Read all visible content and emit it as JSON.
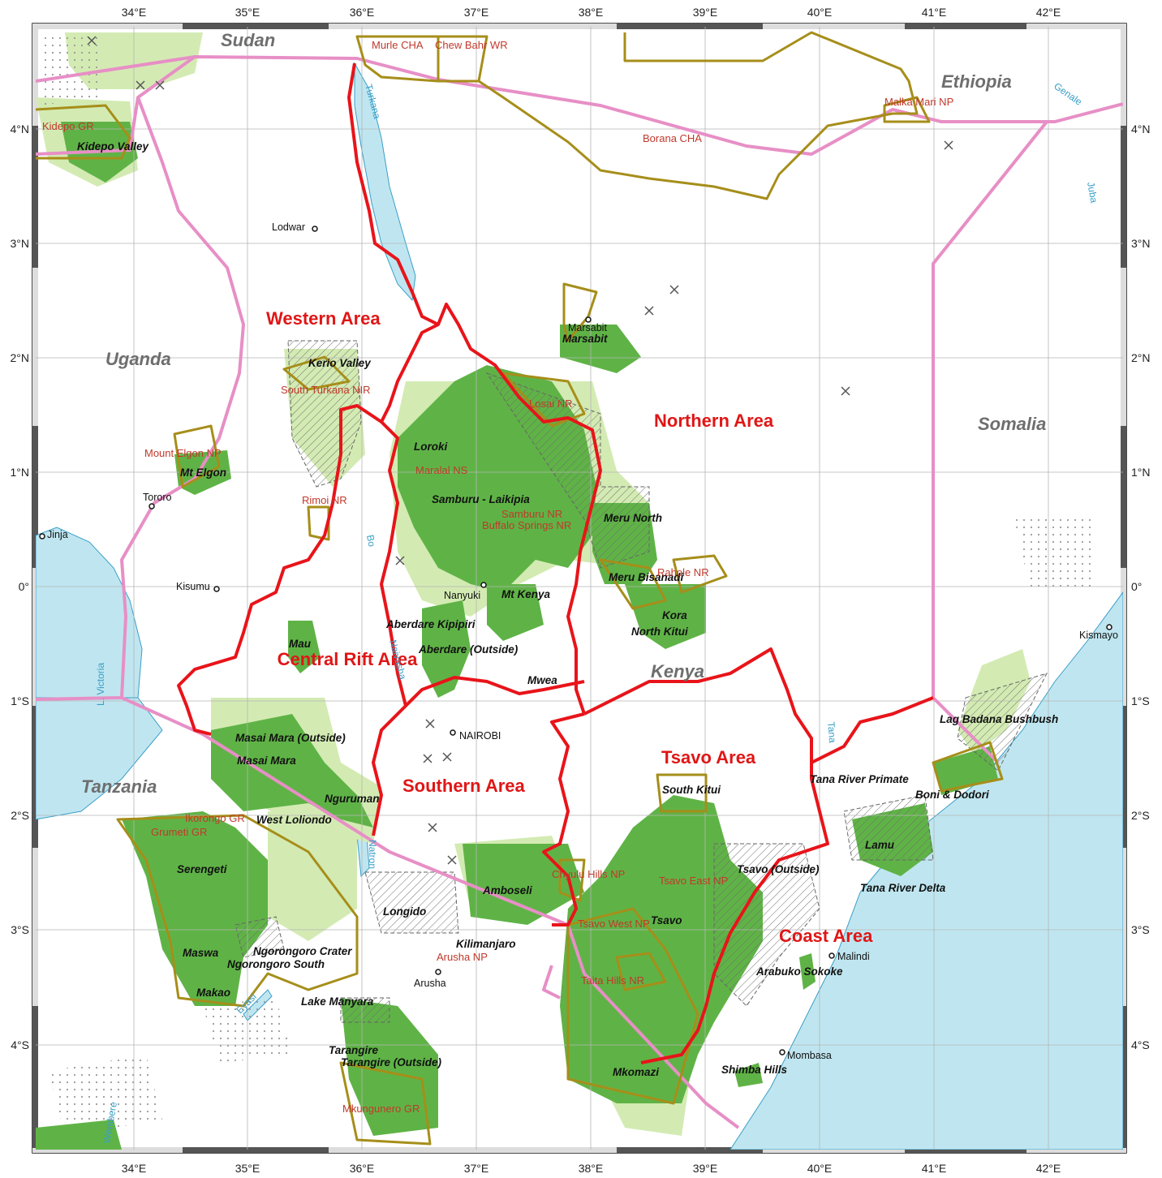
{
  "colors": {
    "water": "#bfe6f0",
    "protected_green": "#5fb346",
    "light_green": "#d3ebb3",
    "area_border": "#e8141a",
    "intl_border": "#e78fc6",
    "reserve_outline": "#a68e1a",
    "reserve_label": "#c0392b",
    "grid": "#b5b5b5"
  },
  "axes": {
    "lon_labels": [
      "34°E",
      "35°E",
      "36°E",
      "37°E",
      "38°E",
      "39°E",
      "40°E",
      "41°E",
      "42°E"
    ],
    "lat_labels": [
      "4°N",
      "3°N",
      "2°N",
      "1°N",
      "0°",
      "1°S",
      "2°S",
      "3°S",
      "4°S"
    ]
  },
  "countries": [
    "Sudan",
    "Ethiopia",
    "Uganda",
    "Somalia",
    "Kenya",
    "Tanzania"
  ],
  "areas": [
    "Western Area",
    "Northern Area",
    "Central Rift Area",
    "Southern Area",
    "Tsavo Area",
    "Coast Area"
  ],
  "parks": {
    "kidepo_valley": "Kidepo Valley",
    "kerio_valley": "Kerio Valley",
    "marsabit": "Marsabit",
    "mt_elgon": "Mt Elgon",
    "loroki": "Loroki",
    "samburu_laikipia": "Samburu - Laikipia",
    "meru_north": "Meru North",
    "meru_bisanadi": "Meru Bisanadi",
    "kora": "Kora",
    "north_kitui": "North Kitui",
    "mt_kenya": "Mt Kenya",
    "aberdare_kipipiri": "Aberdare Kipipiri",
    "aberdare_outside": "Aberdare (Outside)",
    "mau": "Mau",
    "mwea": "Mwea",
    "masai_mara_outside": "Masai Mara (Outside)",
    "masai_mara": "Masai Mara",
    "nguruman": "Nguruman",
    "west_loliondo": "West Loliondo",
    "serengeti": "Serengeti",
    "maswa": "Maswa",
    "ngorongoro_crater": "Ngorongoro Crater",
    "ngorongoro_south": "Ngorongoro South",
    "makao": "Makao",
    "lake_manyara": "Lake Manyara",
    "tarangire": "Tarangire",
    "tarangire_outside": "Tarangire (Outside)",
    "longido": "Longido",
    "amboseli": "Amboseli",
    "kilimanjaro": "Kilimanjaro",
    "south_kitui": "South Kitui",
    "tsavo_outside": "Tsavo (Outside)",
    "tsavo": "Tsavo",
    "mkomazi": "Mkomazi",
    "shimba_hills": "Shimba Hills",
    "arabuko_sokoke": "Arabuko Sokoke",
    "tana_river_primate": "Tana River Primate",
    "tana_river_delta": "Tana River Delta",
    "lamu": "Lamu",
    "boni_dodori": "Boni & Dodori",
    "lag_badana": "Lag Badana Bushbush"
  },
  "reserves": {
    "murle": "Murle CHA",
    "chew_bahr": "Chew Bahr WR",
    "kidepo_gr": "Kidepo GR",
    "borana": "Borana CHA",
    "malka_mari": "Malka Mari NP",
    "south_turkana": "South Turkana NIR",
    "losai": "Losai NR",
    "mount_elgon_np": "Mount Elgon NP",
    "rimoi": "Rimoi NR",
    "maralal": "Maralal NS",
    "samburu_nr": "Samburu NR",
    "buffalo_springs": "Buffalo Springs NR",
    "rahole": "Rahole NR",
    "ikorongo": "Ikorongo GR",
    "grumeti": "Grumeti GR",
    "tsavo_east": "Tsavo East NP",
    "tsavo_west": "Tsavo West NP",
    "chyulu": "Chyulu Hills NP",
    "arusha_np": "Arusha NP",
    "taita_hills": "Taita Hills NR",
    "mkungunero": "Mkungunero GR"
  },
  "towns": {
    "lodwar": "Lodwar",
    "marsabit_town": "Marsabit",
    "tororo": "Tororo",
    "jinja": "Jinja",
    "kisumu": "Kisumu",
    "nanyuki": "Nanyuki",
    "nairobi": "NAIROBI",
    "arusha": "Arusha",
    "malindi": "Malindi",
    "mombasa": "Mombasa",
    "kismayo": "Kismayo"
  },
  "water_labels": {
    "turkana": "Turkana",
    "victoria": "L. Victoria",
    "genale": "Genale",
    "juba": "Juba",
    "tana": "Tana",
    "baringo": "Bo",
    "naivasha": "Naivasha",
    "natron": "Natron",
    "eyasi": "Eyasi",
    "wembere": "Wembere"
  }
}
